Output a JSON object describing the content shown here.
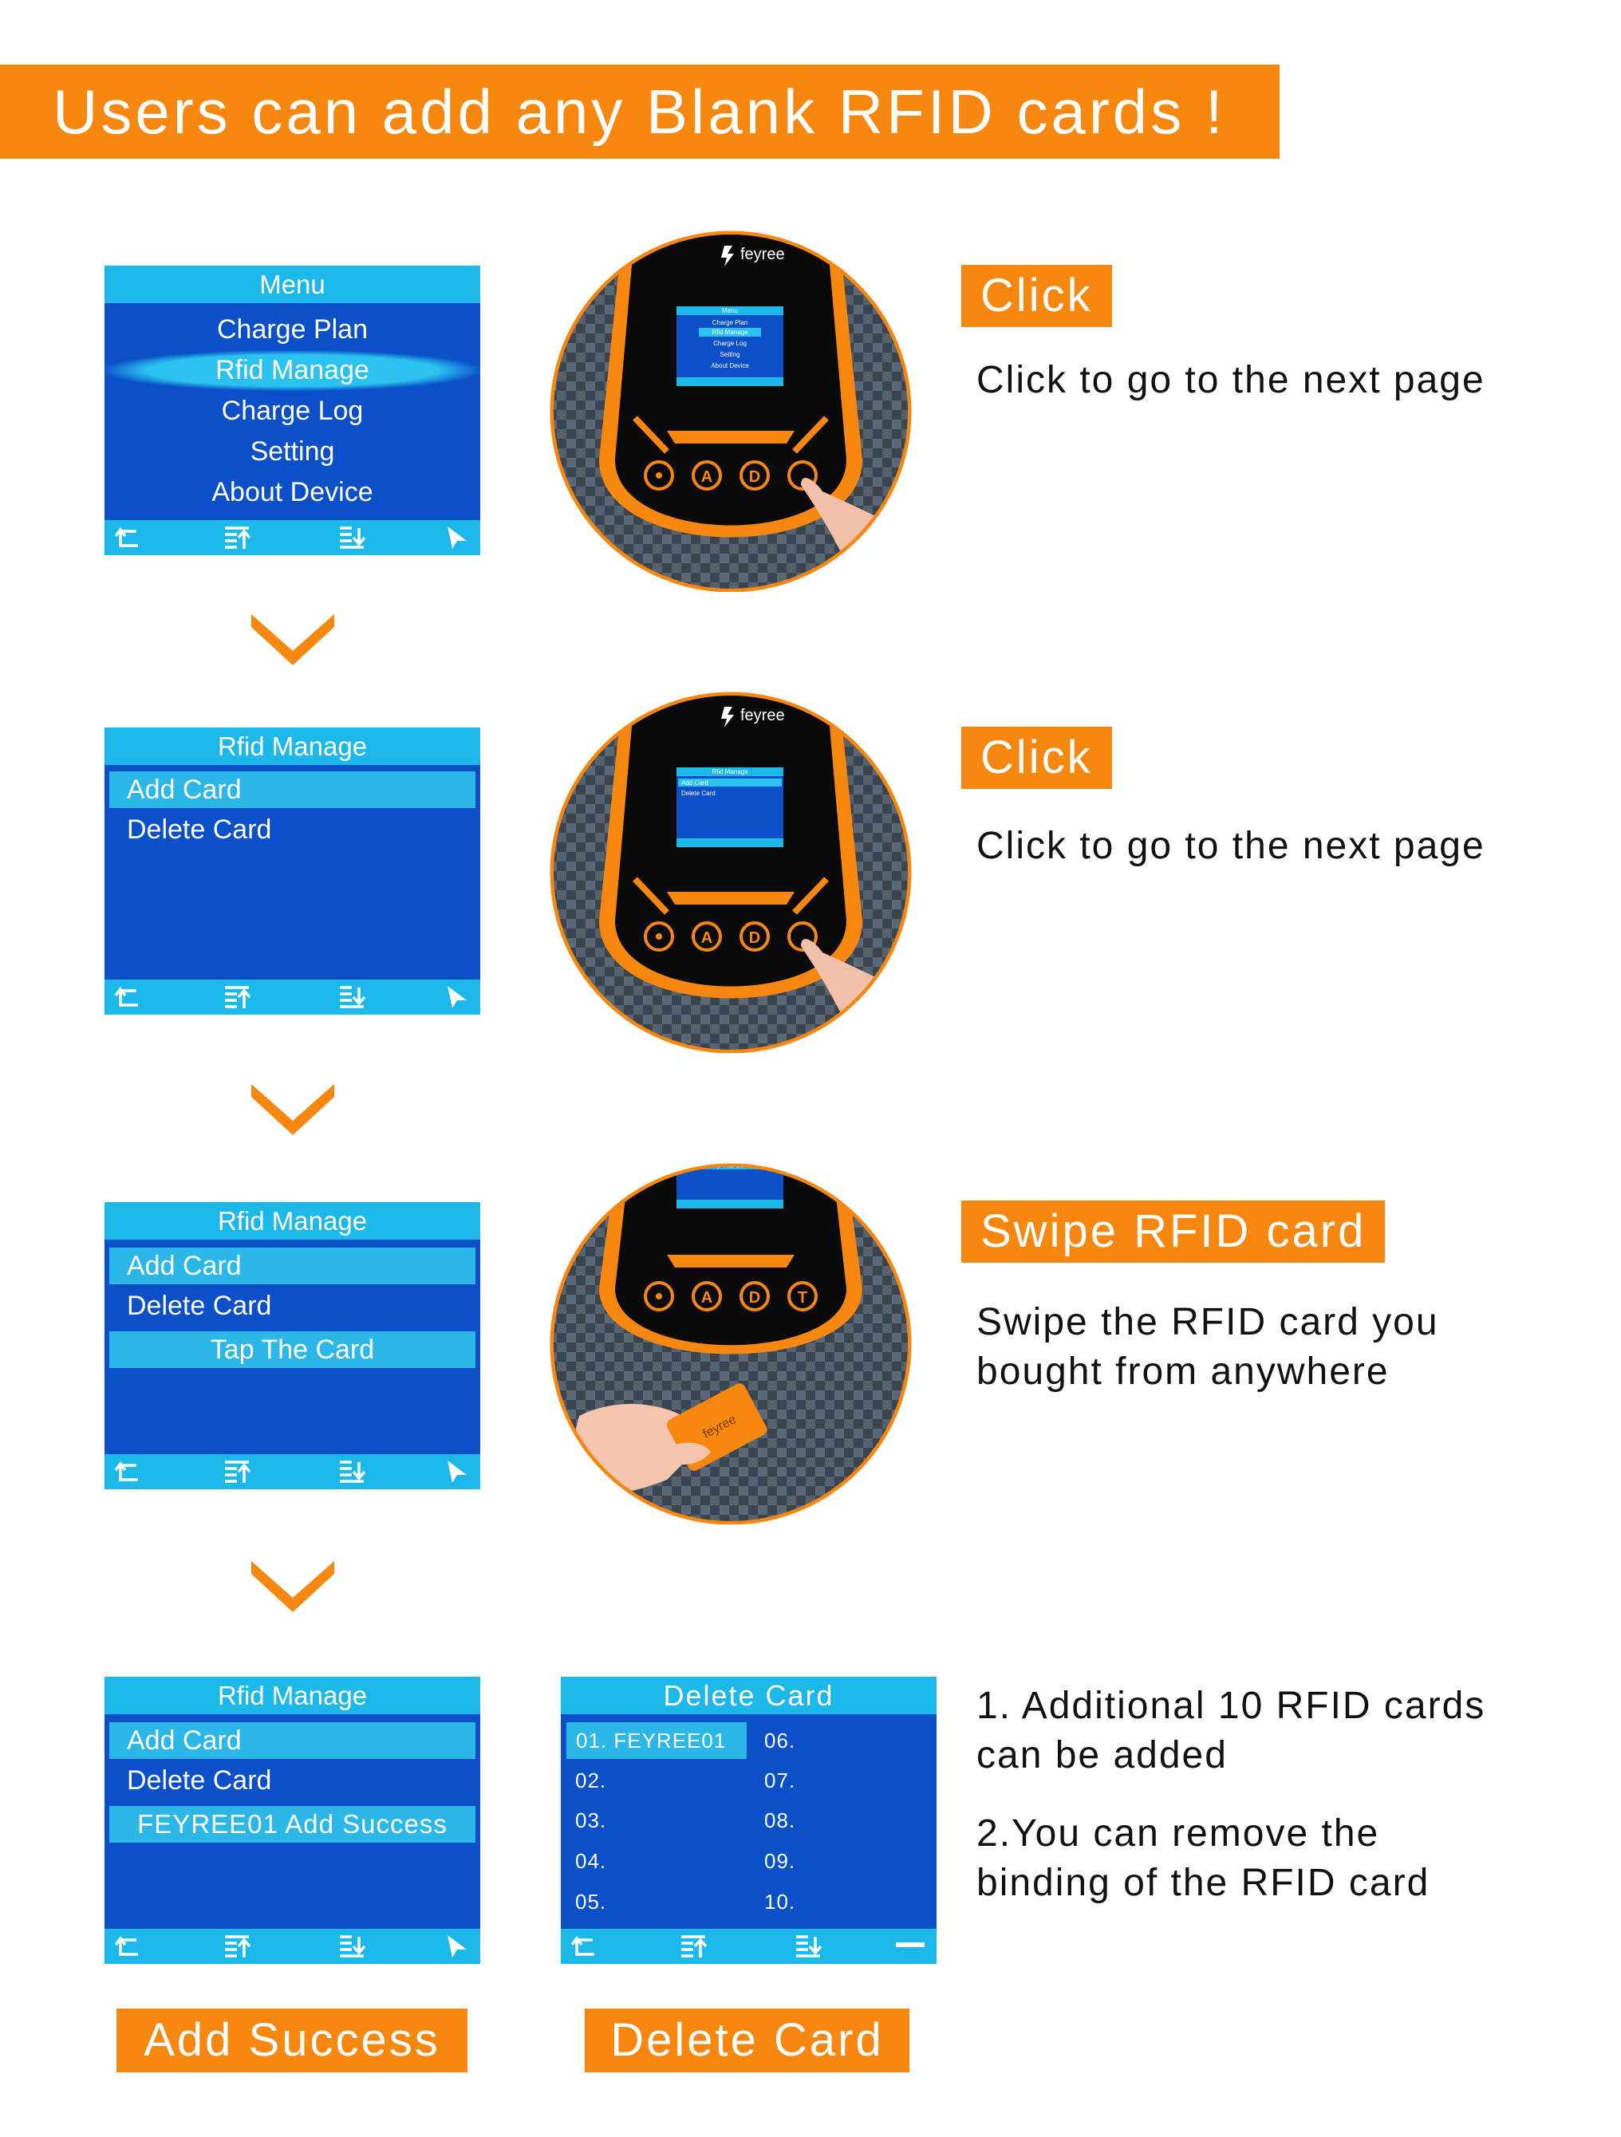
{
  "banner": "Users can add any Blank RFID cards !",
  "brand": "feyree",
  "colors": {
    "accent": "#f7870f",
    "screen_bg": "#0b4fc9",
    "screen_bar": "#1db8ea"
  },
  "footer_icons": [
    "back-icon",
    "scroll-up-icon",
    "scroll-down-icon",
    "select-icon"
  ],
  "screen1": {
    "title": "Menu",
    "items": [
      "Charge Plan",
      "Rfid Manage",
      "Charge Log",
      "Setting",
      "About Device"
    ],
    "selected": 1
  },
  "screen2": {
    "title": "Rfid Manage",
    "items": [
      "Add Card",
      "Delete Card"
    ]
  },
  "screen3": {
    "title": "Rfid Manage",
    "items": [
      "Add Card",
      "Delete Card"
    ],
    "prompt": "Tap The Card"
  },
  "screen4": {
    "title": "Rfid Manage",
    "items": [
      "Add Card",
      "Delete Card"
    ],
    "result": "FEYREE01 Add Success"
  },
  "screen5": {
    "title": "Delete Card",
    "left": [
      "01. FEYREE01",
      "02.",
      "03.",
      "04.",
      "05."
    ],
    "right": [
      "06.",
      "07.",
      "08.",
      "09.",
      "10."
    ]
  },
  "device1": {
    "title": "Menu",
    "items": [
      "Charge Plan",
      "Rfid Manage",
      "Charge Log",
      "Setting",
      "About Device"
    ]
  },
  "device2": {
    "title": "Rfid Manage",
    "items": [
      "Add Card",
      "Delete Card"
    ]
  },
  "device3": {
    "title": "Tap The Card",
    "buttons": [
      "A",
      "D",
      "T"
    ]
  },
  "device_buttons": [
    "A",
    "D"
  ],
  "steps": [
    {
      "tag": "Click",
      "desc": "Click to go to the next page"
    },
    {
      "tag": "Click",
      "desc": "Click to go to the next page"
    },
    {
      "tag": "Swipe RFID card",
      "desc_line1": "Swipe the RFID card you",
      "desc_line2": "bought from anywhere"
    }
  ],
  "notes": {
    "n1_line1": "1. Additional 10 RFID cards",
    "n1_line2": "can be added",
    "n2_line1": "2.You can remove the",
    "n2_line2": "binding of the RFID card"
  },
  "bottom_tags": {
    "add": "Add Success",
    "delete": "Delete Card"
  }
}
